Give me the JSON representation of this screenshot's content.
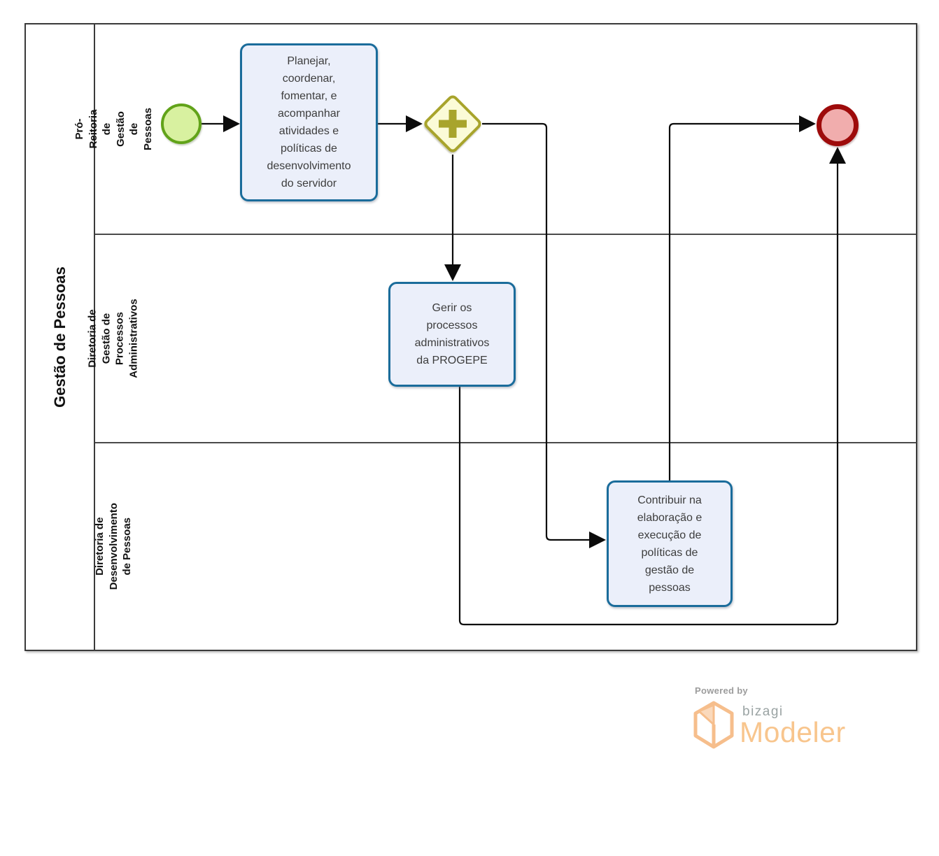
{
  "pool": {
    "title": "Gestão de Pessoas",
    "lanes": [
      {
        "label": "Pró-Reitoria de Gestão de\nPessoas"
      },
      {
        "label": "Diretoria de Gestão de\nProcessos Administrativos"
      },
      {
        "label": "Diretoria de Desenvolvimento\nde Pessoas"
      }
    ]
  },
  "nodes": {
    "start_event": {
      "type": "start-event"
    },
    "end_event": {
      "type": "end-event"
    },
    "gateway": {
      "type": "parallel-gateway",
      "symbol": "+"
    },
    "tasks": [
      {
        "label": "Planejar,\ncoordenar,\nfomentar, e\nacompanhar\natividades e\npolíticas de\ndesenvolvimento\ndo servidor"
      },
      {
        "label": "Gerir os\nprocessos\nadministrativos\nda PROGEPE"
      },
      {
        "label": "Contribuir na\nelaboração e\nexecução de\npolíticas de\ngestão de\npessoas"
      }
    ]
  },
  "colors": {
    "task_border": "#1A6C9B",
    "task_fill": "#EBEFFA",
    "gateway_border": "#A8A42C",
    "gateway_fill": "#FBFBD7",
    "start_border": "#61A319",
    "start_fill": "#D8F1A0",
    "end_border": "#9E0B0B",
    "end_fill": "#F1ADAD",
    "flow": "#0b0b0b",
    "brand_orange": "#F8C58D",
    "brand_gray": "#9aa3a3"
  },
  "footer": {
    "powered_by": "Powered by",
    "brand": "bizagi",
    "product": "Modeler"
  }
}
